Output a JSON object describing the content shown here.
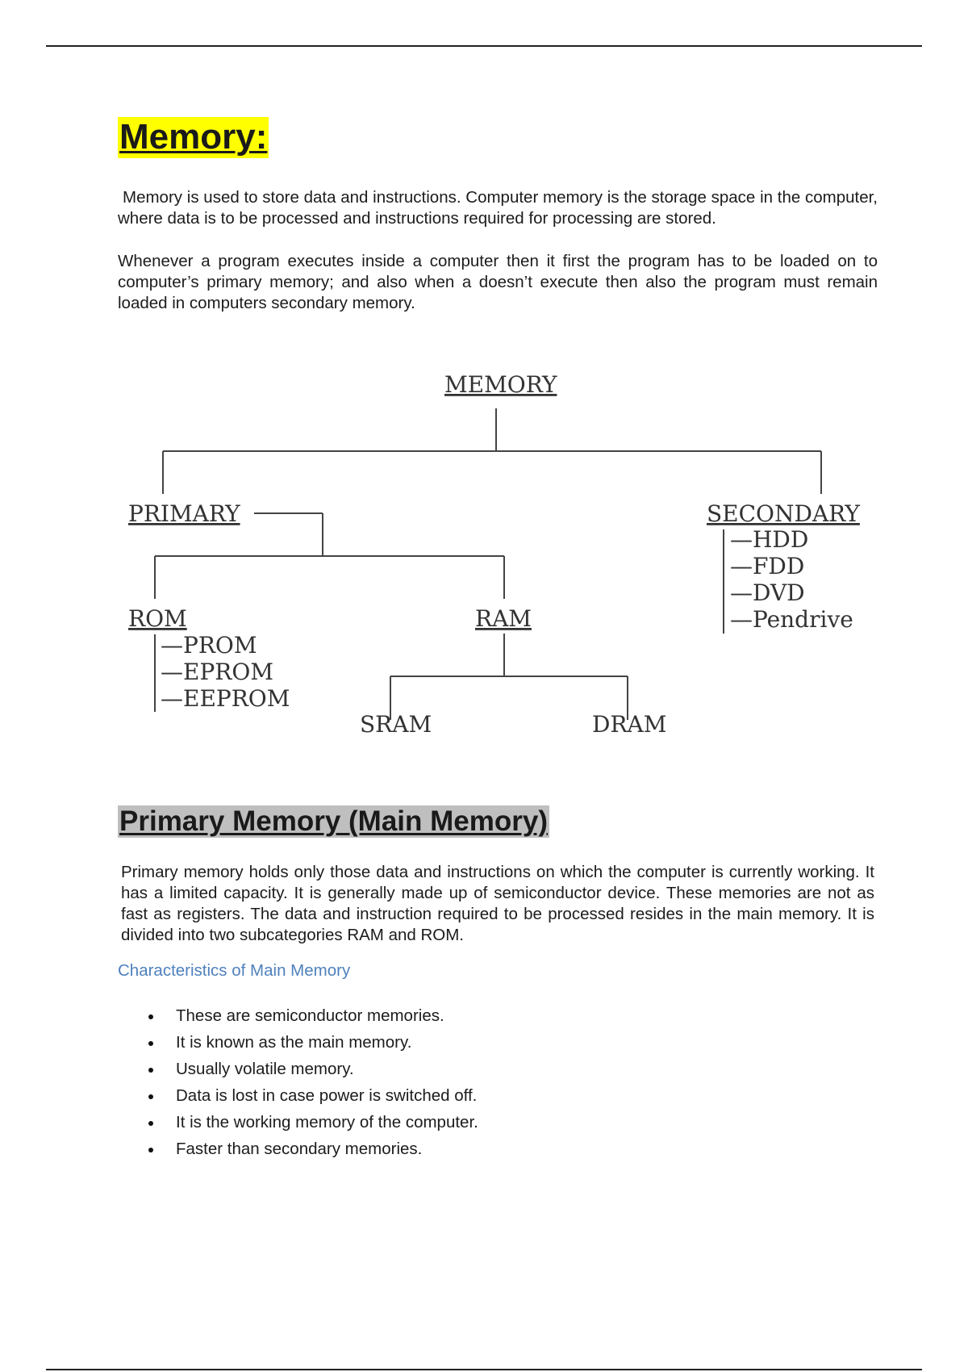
{
  "heading_memory": "Memory:",
  "intro_paragraph_1": " Memory is used to store data and instructions. Computer memory is the storage space in the computer, where data is to be processed and instructions required for processing are stored.",
  "intro_paragraph_2": "Whenever a program executes inside a computer then it first the program has to be loaded on to computer’s primary memory; and also when a doesn’t execute then also the program must remain loaded in computers secondary memory.",
  "diagram": {
    "root": "MEMORY",
    "primary": "PRIMARY",
    "secondary": "SECONDARY",
    "rom": "ROM",
    "ram": "RAM",
    "rom_types": [
      "—PROM",
      "—EPROM",
      "—EEPROM"
    ],
    "ram_types": [
      "SRAM",
      "DRAM"
    ],
    "secondary_types": [
      "—HDD",
      "—FDD",
      "—DVD",
      "—Pendrive"
    ]
  },
  "heading_primary": "Primary Memory (Main Memory)",
  "primary_paragraph": "Primary memory holds only those data and instructions on which the computer is currently working. It has a limited capacity. It is generally made up of semiconductor device. These memories are not as fast as registers. The data and instruction required to be processed resides in the main memory. It is divided into two subcategories RAM and ROM.",
  "characteristics_heading": "Characteristics of Main Memory",
  "characteristics": [
    "These are semiconductor memories.",
    "It is known as the main memory.",
    "Usually volatile memory.",
    "Data is lost in case power is switched off.",
    "It is the working memory of the computer.",
    "Faster than secondary memories."
  ]
}
